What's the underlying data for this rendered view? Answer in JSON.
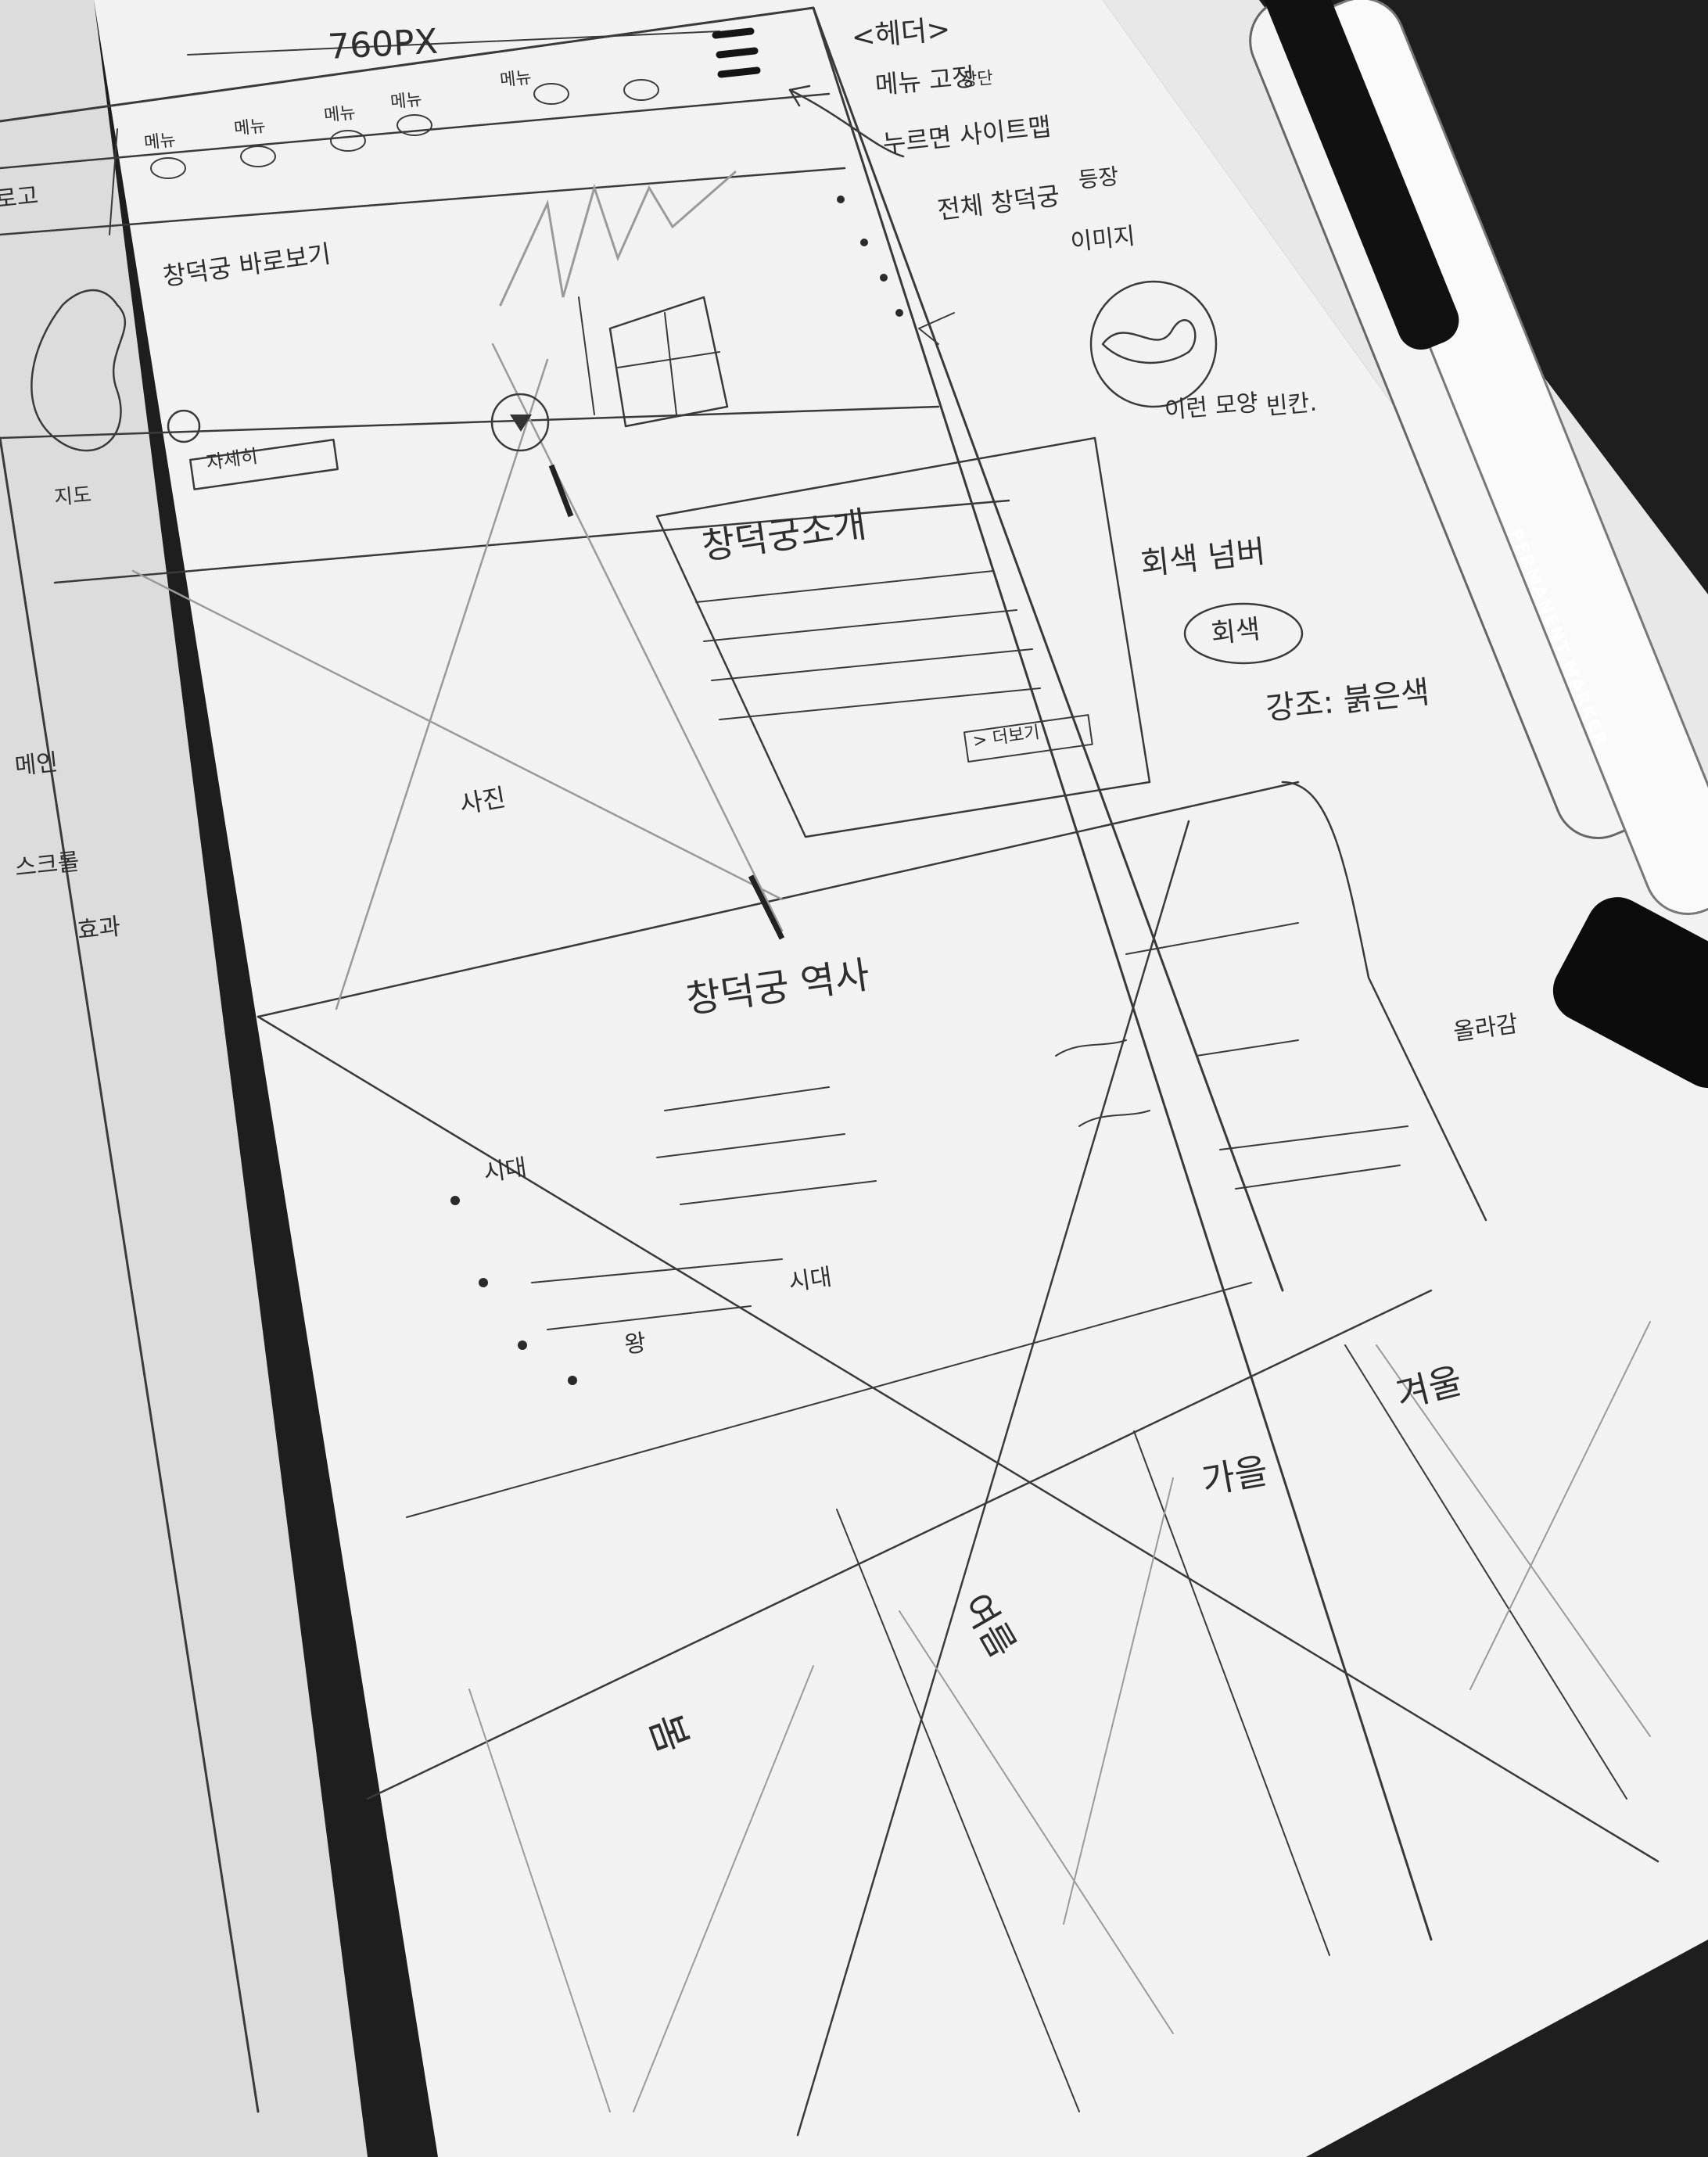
{
  "sketch": {
    "width_label": "760PX",
    "nav_items": [
      "메뉴",
      "메뉴",
      "메뉴",
      "메뉴",
      "메뉴"
    ],
    "left_margin_header": "로고",
    "notes": {
      "header": "<헤더>",
      "header_sub1": "메뉴 고정",
      "header_sub2": "상단",
      "header_sub3": "누르면 사이트맵",
      "header_sub4": "등장",
      "header_sub5": "전체 창덕궁",
      "header_sub6": "이미지",
      "dots_note": "이런 모양",
      "dots_note2": "빈칸.",
      "color_note1": "회색 넘버",
      "color_note2": "회색",
      "color_note3": "강조: 붉은색",
      "left_note1": "메인",
      "left_note2": "스크롤",
      "left_note3": "효과",
      "right_side_note": "올라감"
    },
    "hero": {
      "tagline": "창덕궁 바로보기",
      "map_label": "지도",
      "button": "자세히"
    },
    "section1": {
      "photo_label": "사진",
      "title": "창덕궁소개",
      "button": "> 더보기"
    },
    "section2": {
      "title": "창덕궁 역사",
      "bullet1": "시대",
      "bullet2": "시대",
      "bullet3": "왕"
    },
    "seasons": {
      "spring": "봄",
      "summer": "여름",
      "autumn": "가을",
      "winter": "겨울"
    }
  },
  "markers": {
    "brand_text": "PERMANENT MARKER"
  }
}
